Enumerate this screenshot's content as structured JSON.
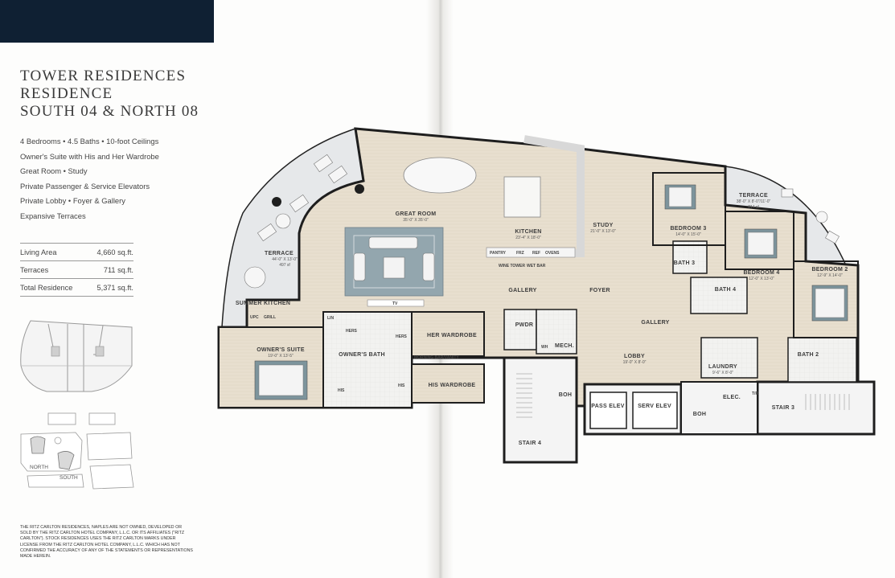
{
  "title": {
    "line1": "TOWER RESIDENCES",
    "line2": "RESIDENCE",
    "line3": "SOUTH 04 & NORTH 08"
  },
  "features": [
    "4 Bedrooms • 4.5 Baths • 10-foot Ceilings",
    "Owner's Suite with His and Her Wardrobe",
    "Great Room • Study",
    "Private Passenger & Service Elevators",
    "Private Lobby • Foyer & Gallery",
    "Expansive Terraces"
  ],
  "areas": [
    {
      "label": "Living Area",
      "value": "4,660 sq.ft."
    },
    {
      "label": "Terraces",
      "value": "711 sq.ft."
    },
    {
      "label": "Total Residence",
      "value": "5,371 sq.ft."
    }
  ],
  "siteplan": {
    "north": "NORTH",
    "south": "SOUTH"
  },
  "disclaimer": "THE RITZ CARLTON RESIDENCES, NAPLES ARE NOT OWNED, DEVELOPED OR SOLD BY THE RITZ CARLTON HOTEL COMPANY, L.L.C. OR ITS AFFILIATES (\"RITZ CARLTON\"). STOCK RESIDENCES USES THE RITZ CARLTON MARKS UNDER LICENSE FROM THE RITZ CARLTON HOTEL COMPANY, L.L.C. WHICH HAS NOT CONFIRMED THE ACCURACY OF ANY OF THE STATEMENTS OR REPRESENTATIONS MADE HEREIN.",
  "rooms": {
    "great_room": {
      "name": "GREAT ROOM",
      "dim": "35'-0\" X 35'-0\""
    },
    "kitchen": {
      "name": "KITCHEN",
      "dim": "23'-4\" X 18'-0\""
    },
    "study": {
      "name": "STUDY",
      "dim": "21'-0\" X 13'-0\""
    },
    "bedroom3": {
      "name": "BEDROOM 3",
      "dim": "14'-0\" X 15'-0\""
    },
    "bedroom4": {
      "name": "BEDROOM 4",
      "dim": "12'-0\" X 13'-0\""
    },
    "bedroom2": {
      "name": "BEDROOM 2",
      "dim": "12'-9\" X 14'-0\""
    },
    "terrace_right": {
      "name": "TERRACE",
      "dim": "38'-0\" X 8'-0\"/11'-0\"",
      "area": "214 sf"
    },
    "terrace_left": {
      "name": "TERRACE",
      "dim": "44'-0\" X 13'-0\"",
      "area": "497 sf"
    },
    "summer_kitchen": {
      "name": "SUMMER KITCHEN"
    },
    "owners_suite": {
      "name": "OWNER'S SUITE",
      "dim": "19'-0\" X 13'-5\""
    },
    "owners_bath": {
      "name": "OWNER'S BATH"
    },
    "her_wardrobe": {
      "name": "HER WARDROBE"
    },
    "his_wardrobe": {
      "name": "HIS WARDROBE"
    },
    "gallery_top": {
      "name": "GALLERY"
    },
    "foyer": {
      "name": "FOYER"
    },
    "gallery_mid": {
      "name": "GALLERY"
    },
    "lobby": {
      "name": "LOBBY",
      "dim": "19'-0\" X 8'-0\""
    },
    "laundry": {
      "name": "LAUNDRY",
      "dim": "9'-6\" X 8'-0\""
    },
    "bath2": {
      "name": "BATH 2"
    },
    "bath3": {
      "name": "BATH 3"
    },
    "bath4": {
      "name": "BATH 4"
    },
    "stair3": {
      "name": "STAIR 3"
    },
    "stair4": {
      "name": "STAIR 4"
    },
    "pass_elev": {
      "name": "PASS ELEV"
    },
    "serv_elev": {
      "name": "SERV ELEV"
    },
    "boh_left": {
      "name": "BOH"
    },
    "boh_right": {
      "name": "BOH"
    },
    "elec": {
      "name": "ELEC."
    },
    "mech": {
      "name": "MECH."
    },
    "pwdr": {
      "name": "PWDR"
    }
  },
  "labels": {
    "lin": "LIN",
    "hers": "HERS",
    "his": "HIS",
    "morning_bar": "MORNING BAR/VANITY",
    "pantry": "PANTRY",
    "frz": "FRZ",
    "ref": "REF",
    "oven": "OVENS",
    "wet_bar": "WET BAR",
    "wine_tower": "WINE TOWER",
    "tv": "TV",
    "upc": "UPC",
    "grill": "GRILL",
    "wh": "WH",
    "tr": "T/R"
  },
  "colors": {
    "header_bar": "#0f2033",
    "wood_floor": "#e6dccb",
    "terrace": "#e5e7e8",
    "rug": "#8fa3ab",
    "bed": "#7d949c",
    "walls": "#1e1e1e"
  }
}
